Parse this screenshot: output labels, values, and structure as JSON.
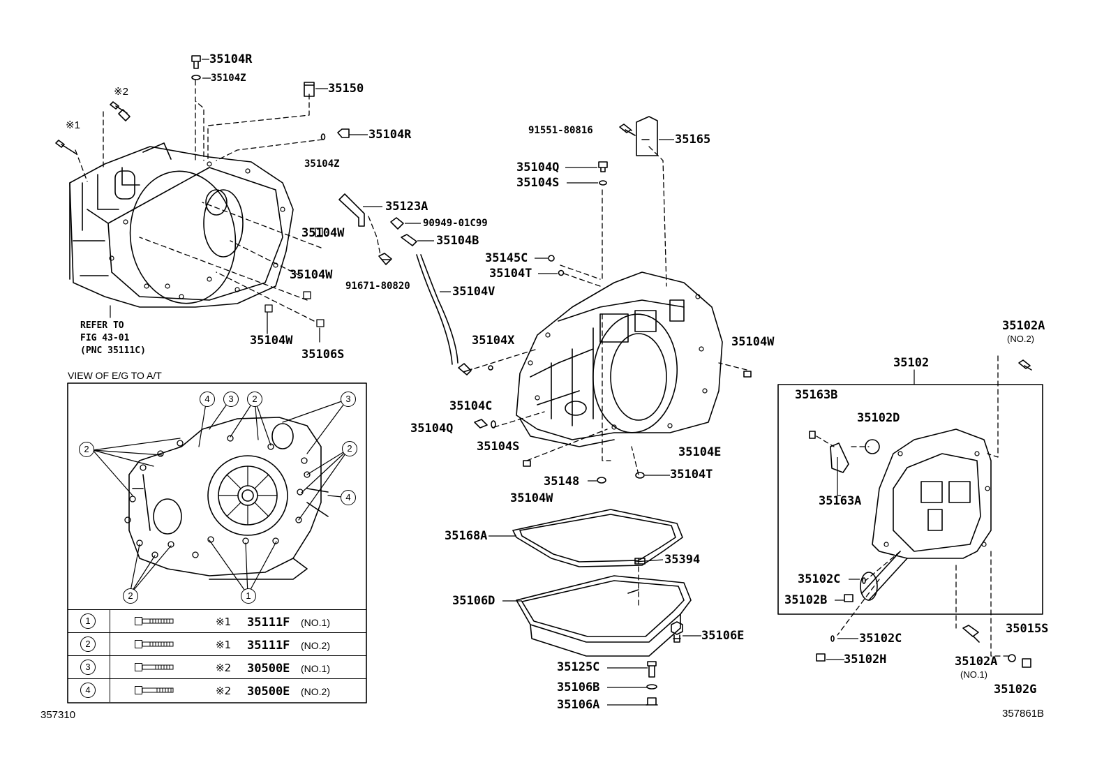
{
  "section_title": "VIEW OF E/G TO A/T",
  "refer_note": "REFER TO\nFIG 43-01\n(PNC 35111C)",
  "marks": {
    "m1": "※1",
    "m2": "※2"
  },
  "footer": {
    "left": "357310",
    "right": "357861B"
  },
  "parts": {
    "p35104R_a": "35104R",
    "p35104Z_a": "35104Z",
    "p35150": "35150",
    "p35104R_b": "35104R",
    "p35104Z_b": "35104Z",
    "p35104W_a": "35104W",
    "p35104W_b": "35104W",
    "p35104W_c": "35104W",
    "p35106S": "35106S",
    "p35123A": "35123A",
    "p90949": "90949-01C99",
    "p35104B": "35104B",
    "p91671": "91671-80820",
    "p35104V": "35104V",
    "p91551": "91551-80816",
    "p35165": "35165",
    "p35104Q_a": "35104Q",
    "p35104S_a": "35104S",
    "p35145C": "35145C",
    "p35104T_a": "35104T",
    "p35104X": "35104X",
    "p35104C": "35104C",
    "p35104Q_b": "35104Q",
    "p35104S_b": "35104S",
    "p35104W_d": "35104W",
    "p35104E": "35104E",
    "p35148": "35148",
    "p35104T_b": "35104T",
    "p35104W_e": "35104W",
    "p35168A": "35168A",
    "p35394": "35394",
    "p35106D": "35106D",
    "p35106E": "35106E",
    "p35125C": "35125C",
    "p35106B": "35106B",
    "p35106A": "35106A",
    "p35102A_top": "35102A",
    "p35102A_top_note": "(NO.2)",
    "p35102": "35102",
    "p35163B": "35163B",
    "p35102D": "35102D",
    "p35163A": "35163A",
    "p35102C_a": "35102C",
    "p35102B": "35102B",
    "p35102C_b": "35102C",
    "p35102H": "35102H",
    "p35102A_bot": "35102A",
    "p35102A_bot_note": "(NO.1)",
    "p35015S": "35015S",
    "p35102G": "35102G"
  },
  "view_callouts": {
    "c1": "1",
    "c2": "2",
    "c3": "3",
    "c4": "4"
  },
  "bolt_table": [
    {
      "num": "1",
      "mark": "※1",
      "part": "35111F",
      "note": "(NO.1)"
    },
    {
      "num": "2",
      "mark": "※1",
      "part": "35111F",
      "note": "(NO.2)"
    },
    {
      "num": "3",
      "mark": "※2",
      "part": "30500E",
      "note": "(NO.1)"
    },
    {
      "num": "4",
      "mark": "※2",
      "part": "30500E",
      "note": "(NO.2)"
    }
  ]
}
